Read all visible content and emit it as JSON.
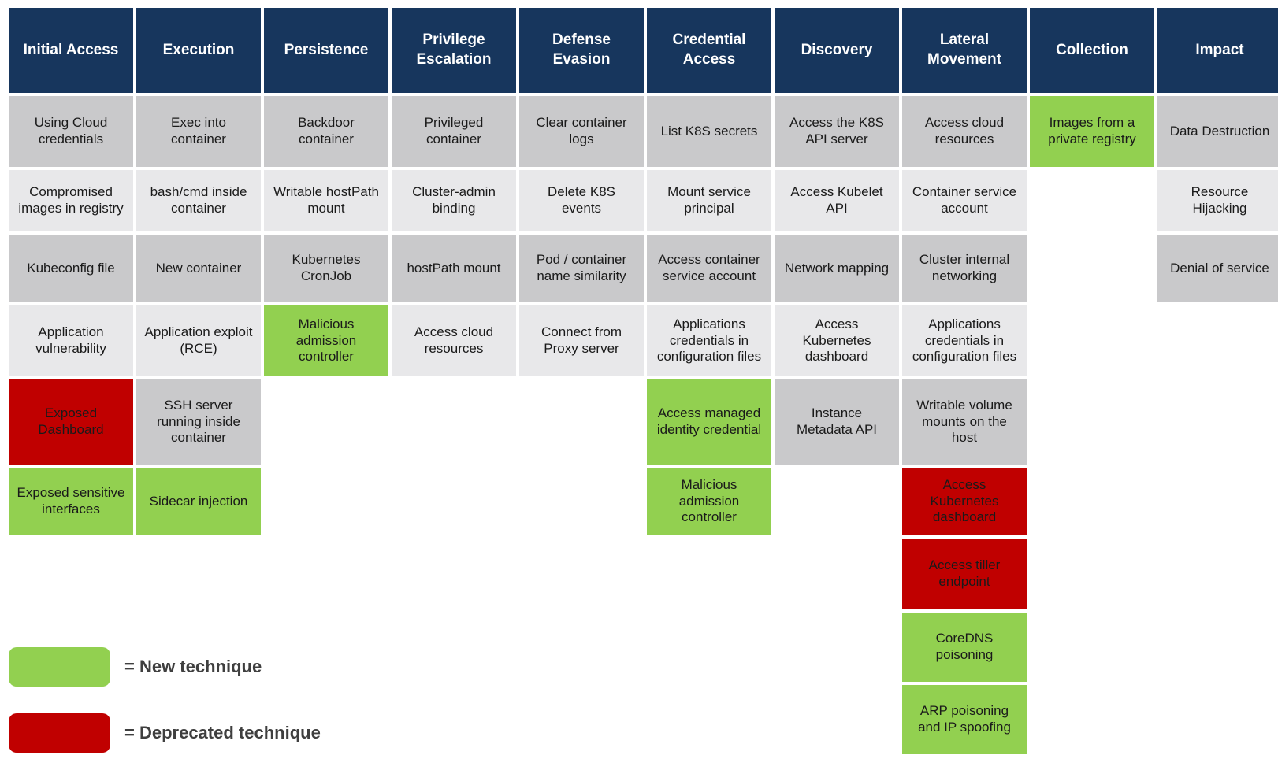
{
  "title": "Kubernetes threat matrix",
  "colors": {
    "header_navy": "#17365d",
    "cell_gray_dark": "#c9c9cb",
    "cell_gray_light": "#e8e8ea",
    "new_technique_green": "#92d050",
    "deprecated_technique_red": "#c00000",
    "legend_text": "#3f3f3f",
    "header_text": "#ffffff",
    "cell_text": "#1a1a1a"
  },
  "legend": {
    "new_label": "= New technique",
    "deprecated_label": "= Deprecated technique"
  },
  "matrix": {
    "columns": [
      {
        "header": "Initial Access",
        "techniques": [
          {
            "label": "Using Cloud credentials",
            "style": "default"
          },
          {
            "label": "Compromised images in registry",
            "style": "default"
          },
          {
            "label": "Kubeconfig file",
            "style": "default"
          },
          {
            "label": "Application vulnerability",
            "style": "default"
          },
          {
            "label": "Exposed Dashboard",
            "style": "deprecated"
          },
          {
            "label": "Exposed sensitive interfaces",
            "style": "new"
          }
        ]
      },
      {
        "header": "Execution",
        "techniques": [
          {
            "label": "Exec into container",
            "style": "default"
          },
          {
            "label": "bash/cmd inside container",
            "style": "default"
          },
          {
            "label": "New container",
            "style": "default"
          },
          {
            "label": "Application exploit (RCE)",
            "style": "default"
          },
          {
            "label": "SSH server running inside container",
            "style": "default"
          },
          {
            "label": "Sidecar injection",
            "style": "new"
          }
        ]
      },
      {
        "header": "Persistence",
        "techniques": [
          {
            "label": "Backdoor container",
            "style": "default"
          },
          {
            "label": "Writable hostPath mount",
            "style": "default"
          },
          {
            "label": "Kubernetes CronJob",
            "style": "default"
          },
          {
            "label": "Malicious admission controller",
            "style": "new"
          }
        ]
      },
      {
        "header": "Privilege Escalation",
        "techniques": [
          {
            "label": "Privileged container",
            "style": "default"
          },
          {
            "label": "Cluster-admin binding",
            "style": "default"
          },
          {
            "label": "hostPath mount",
            "style": "default"
          },
          {
            "label": "Access cloud resources",
            "style": "default"
          }
        ]
      },
      {
        "header": "Defense Evasion",
        "techniques": [
          {
            "label": "Clear container logs",
            "style": "default"
          },
          {
            "label": "Delete K8S events",
            "style": "default"
          },
          {
            "label": "Pod / container name similarity",
            "style": "default"
          },
          {
            "label": "Connect from Proxy server",
            "style": "default"
          }
        ]
      },
      {
        "header": "Credential Access",
        "techniques": [
          {
            "label": "List K8S secrets",
            "style": "default"
          },
          {
            "label": "Mount service principal",
            "style": "default"
          },
          {
            "label": "Access container service account",
            "style": "default"
          },
          {
            "label": "Applications credentials in configuration files",
            "style": "default"
          },
          {
            "label": "Access managed identity credential",
            "style": "new"
          },
          {
            "label": "Malicious admission controller",
            "style": "new"
          }
        ]
      },
      {
        "header": "Discovery",
        "techniques": [
          {
            "label": "Access the K8S API server",
            "style": "default"
          },
          {
            "label": "Access Kubelet API",
            "style": "default"
          },
          {
            "label": "Network mapping",
            "style": "default"
          },
          {
            "label": "Access Kubernetes dashboard",
            "style": "default"
          },
          {
            "label": "Instance Metadata API",
            "style": "default"
          }
        ]
      },
      {
        "header": "Lateral Movement",
        "techniques": [
          {
            "label": "Access cloud resources",
            "style": "default"
          },
          {
            "label": "Container service account",
            "style": "default"
          },
          {
            "label": "Cluster internal networking",
            "style": "default"
          },
          {
            "label": "Applications credentials in configuration files",
            "style": "default"
          },
          {
            "label": "Writable volume mounts on the host",
            "style": "default"
          },
          {
            "label": "Access Kubernetes dashboard",
            "style": "deprecated"
          },
          {
            "label": "Access tiller endpoint",
            "style": "deprecated"
          },
          {
            "label": "CoreDNS poisoning",
            "style": "new"
          },
          {
            "label": "ARP poisoning and IP spoofing",
            "style": "new"
          }
        ]
      },
      {
        "header": "Collection",
        "techniques": [
          {
            "label": "Images from a private registry",
            "style": "new"
          }
        ]
      },
      {
        "header": "Impact",
        "techniques": [
          {
            "label": "Data Destruction",
            "style": "default"
          },
          {
            "label": "Resource Hijacking",
            "style": "default"
          },
          {
            "label": "Denial of service",
            "style": "default"
          }
        ]
      }
    ]
  }
}
